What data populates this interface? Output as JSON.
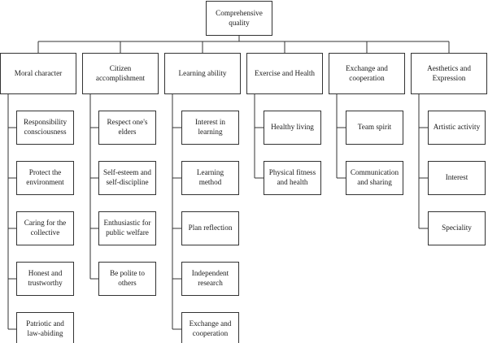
{
  "root": {
    "label": "Comprehensive\nquality"
  },
  "categories": [
    {
      "label": "Moral character",
      "items": [
        "Responsibility\nconsciousness",
        "Protect the\nenvironment",
        "Caring for the\ncollective",
        "Honest and\ntrustworthy",
        "Patriotic and\nlaw-abiding"
      ]
    },
    {
      "label": "Citizen\naccomplishment",
      "items": [
        "Respect one's\nelders",
        "Self-esteem and\nself-discipline",
        "Enthusiastic for\npublic welfare",
        "Be polite to\nothers"
      ]
    },
    {
      "label": "Learning ability",
      "items": [
        "Interest in\nlearning",
        "Learning\nmethod",
        "Plan reflection",
        "Independent\nresearch",
        "Exchange and\ncooperation"
      ]
    },
    {
      "label": "Exercise and Health",
      "items": [
        "Healthy living",
        "Physical fitness\nand health"
      ]
    },
    {
      "label": "Exchange and\ncooperation",
      "items": [
        "Team spirit",
        "Communication\nand sharing"
      ]
    },
    {
      "label": "Aesthetics and\nExpression",
      "items": [
        "Artistic activity",
        "Interest",
        "Speciality"
      ]
    }
  ]
}
